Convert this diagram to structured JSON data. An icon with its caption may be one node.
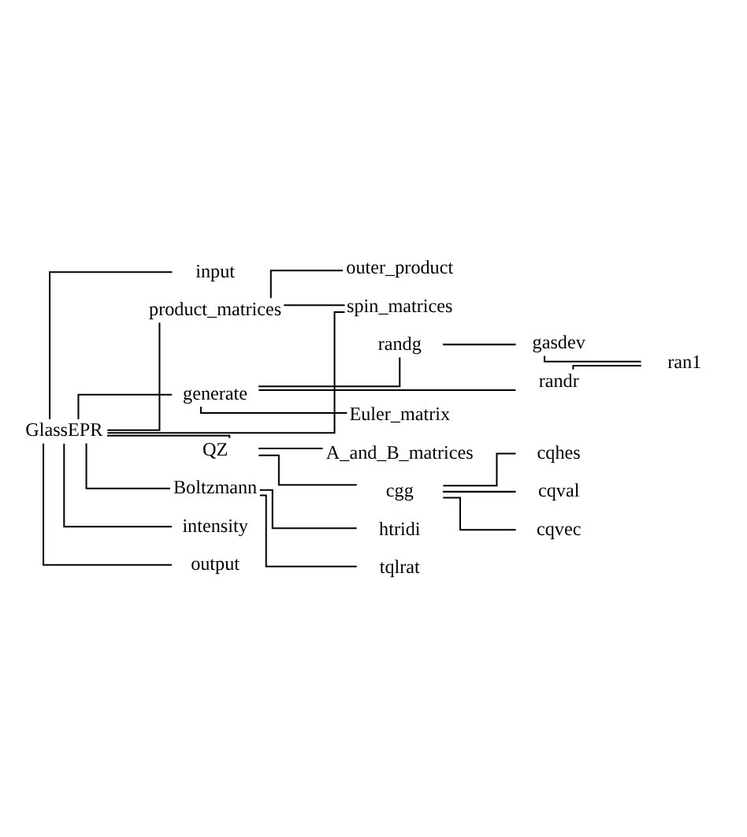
{
  "diagram": {
    "nodes": [
      {
        "text": [
          "GlassEPR"
        ]
      },
      {
        "text": [
          "input"
        ]
      },
      {
        "text": [
          "product_matrices"
        ]
      },
      {
        "text": [
          "outer_product"
        ]
      },
      {
        "text": [
          "spin_matrices"
        ]
      },
      {
        "text": [
          "generate"
        ]
      },
      {
        "text": [
          "randg"
        ]
      },
      {
        "text": [
          "gasdev"
        ]
      },
      {
        "text": [
          "randr"
        ]
      },
      {
        "text": [
          "ran1"
        ]
      },
      {
        "text": [
          "Euler_matrix"
        ]
      },
      {
        "text": [
          "QZ"
        ]
      },
      {
        "text": [
          "A_and_B_matrices"
        ]
      },
      {
        "text": [
          "cgg"
        ]
      },
      {
        "text": [
          "cqhes"
        ]
      },
      {
        "text": [
          "cqval"
        ]
      },
      {
        "text": [
          "cqvec"
        ]
      },
      {
        "text": [
          "Boltzmann"
        ]
      },
      {
        "text": [
          "htridi"
        ]
      },
      {
        "text": [
          "tqlrat"
        ]
      },
      {
        "text": [
          "intensity"
        ]
      },
      {
        "text": [
          "output"
        ]
      }
    ],
    "edges": [
      {
        "from": 0,
        "to": 1,
        "arrow": "none"
      },
      {
        "from": 0,
        "to": 2,
        "arrow": "none"
      },
      {
        "from": 2,
        "to": 3,
        "arrow": "none"
      },
      {
        "from": 2,
        "to": 4,
        "arrow": "none"
      },
      {
        "from": 0,
        "to": 4,
        "arrow": "none"
      },
      {
        "from": 0,
        "to": 5,
        "arrow": "none"
      },
      {
        "from": 5,
        "to": 6,
        "arrow": "none"
      },
      {
        "from": 6,
        "to": 7,
        "arrow": "none"
      },
      {
        "from": 5,
        "to": 8,
        "arrow": "none"
      },
      {
        "from": 7,
        "to": 9,
        "arrow": "none"
      },
      {
        "from": 8,
        "to": 9,
        "arrow": "none"
      },
      {
        "from": 5,
        "to": 10,
        "arrow": "none"
      },
      {
        "from": 0,
        "to": 11,
        "arrow": "none"
      },
      {
        "from": 11,
        "to": 12,
        "arrow": "none"
      },
      {
        "from": 11,
        "to": 13,
        "arrow": "none"
      },
      {
        "from": 13,
        "to": 14,
        "arrow": "none"
      },
      {
        "from": 13,
        "to": 15,
        "arrow": "none"
      },
      {
        "from": 13,
        "to": 16,
        "arrow": "none"
      },
      {
        "from": 0,
        "to": 17,
        "arrow": "none"
      },
      {
        "from": 17,
        "to": 18,
        "arrow": "none"
      },
      {
        "from": 17,
        "to": 19,
        "arrow": "none"
      },
      {
        "from": 0,
        "to": 20,
        "arrow": "none"
      },
      {
        "from": 0,
        "to": 21,
        "arrow": "none"
      }
    ]
  }
}
